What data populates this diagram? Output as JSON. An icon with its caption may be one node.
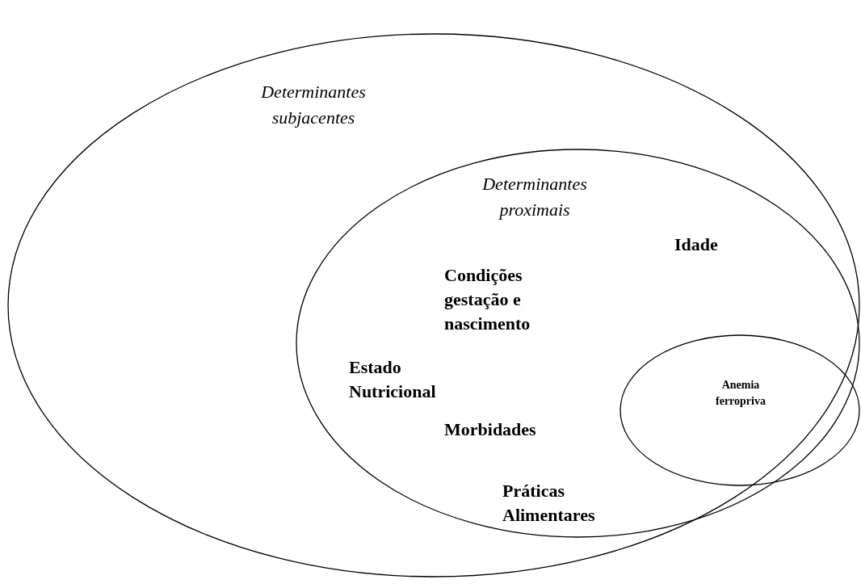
{
  "diagram": {
    "nodes": [
      {
        "text": [
          "Determinantes subjacentes"
        ]
      },
      {
        "text": [
          "Determinantes proximais",
          "Idade",
          "Condições gestação e nascimento",
          "Estado Nutricional",
          "Morbidades",
          "Práticas Alimentares"
        ],
        "in": 0
      },
      {
        "text": [
          "Anemia ferropriva"
        ],
        "in": 1
      }
    ]
  }
}
